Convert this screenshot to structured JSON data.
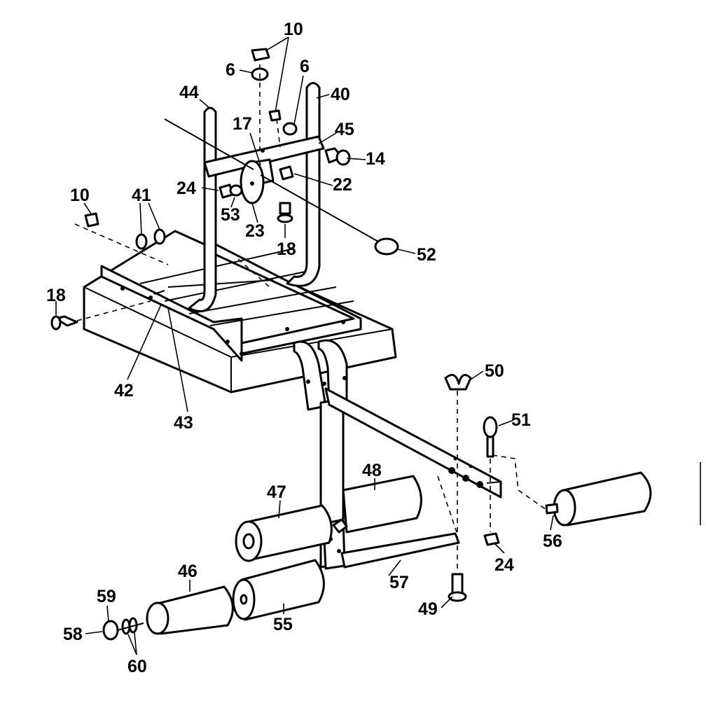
{
  "colors": {
    "ink": "#000000",
    "paper": "#ffffff"
  },
  "callouts": {
    "p10_top": "10",
    "p6_left": "6",
    "p6_right": "6",
    "p44": "44",
    "p40": "40",
    "p17": "17",
    "p45": "45",
    "p14": "14",
    "p24_top": "24",
    "p22": "22",
    "p53": "53",
    "p23": "23",
    "p18_top": "18",
    "p52": "52",
    "p10_left": "10",
    "p41": "41",
    "p18_left": "18",
    "p42": "42",
    "p43": "43",
    "p50": "50",
    "p51": "51",
    "p48": "48",
    "p47": "47",
    "p56": "56",
    "p24_bottom": "24",
    "p46": "46",
    "p57": "57",
    "p59": "59",
    "p58": "58",
    "p55": "55",
    "p49": "49",
    "p60": "60"
  }
}
